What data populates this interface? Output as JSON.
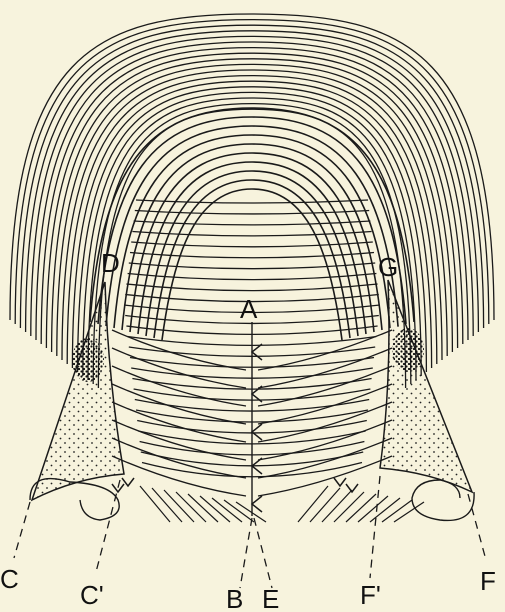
{
  "figure": {
    "background": "#f7f3dd",
    "ink": "#1a1a1a",
    "labels": {
      "A": "A",
      "D": "D",
      "G": "G",
      "C": "C",
      "C_prime": "C'",
      "B": "B",
      "E": "E",
      "F": "F",
      "F_prime": "F'"
    }
  }
}
